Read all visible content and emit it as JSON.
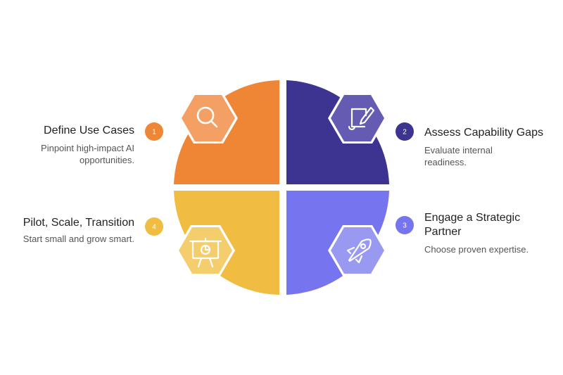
{
  "colors": {
    "q1": "#EF8635",
    "q2": "#3D3390",
    "q3": "#7774EF",
    "q4": "#F0BC41",
    "hex1": "#F4A064",
    "hex2": "#655BB2",
    "hex3": "#9A99F2",
    "hex4": "#F4CD6C"
  },
  "steps": [
    {
      "num": "1",
      "title": "Define Use Cases",
      "desc": "Pinpoint high-impact AI opportunities.",
      "icon": "search-icon"
    },
    {
      "num": "2",
      "title": "Assess Capability Gaps",
      "desc": "Evaluate internal readiness.",
      "icon": "edit-document-icon"
    },
    {
      "num": "3",
      "title": "Engage a Strategic Partner",
      "desc": "Choose proven expertise.",
      "icon": "rocket-icon"
    },
    {
      "num": "4",
      "title": "Pilot, Scale, Transition",
      "desc": "Start small and grow smart.",
      "icon": "presentation-chart-icon"
    }
  ]
}
